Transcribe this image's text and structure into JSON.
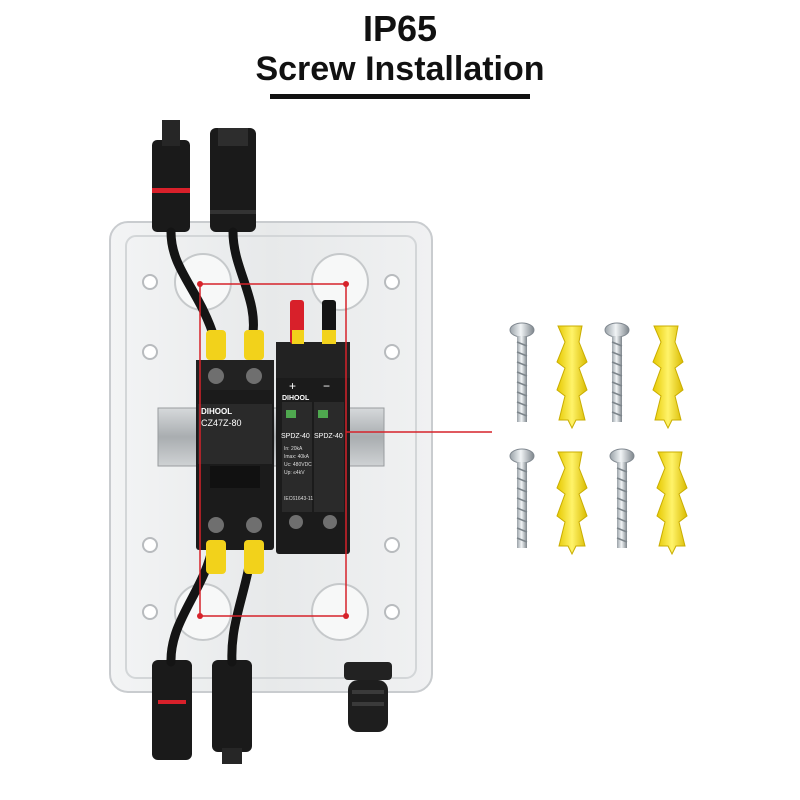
{
  "header": {
    "title_line1": "IP65",
    "title_line2": "Screw Installation"
  },
  "breaker": {
    "brand": "DIHOOL",
    "model": "CZ47Z-80"
  },
  "spd": {
    "brand": "DIHOOL",
    "model_left": "SPDZ-40",
    "model_right": "SPDZ-40",
    "spec_lines": [
      "In: 20kA",
      "Imax: 40kA",
      "Uc: 480VDC",
      "Up: ≤4kV"
    ],
    "cert": "IEC61643-11",
    "plus_label": "+",
    "minus_label": "−"
  },
  "colors": {
    "enclosure": "#e9ebec",
    "enclosure_inner": "#dcdee0",
    "module": "#1b1b1b",
    "cable": "#141414",
    "yellow_sleeve": "#f2d21b",
    "red_sleeve": "#d8202a",
    "rail": "#b9bcbf",
    "anchor": "#f5e23a",
    "highlight_frame": "#d6222a"
  },
  "accessories": {
    "screws": 4,
    "wall_anchors": 4
  }
}
